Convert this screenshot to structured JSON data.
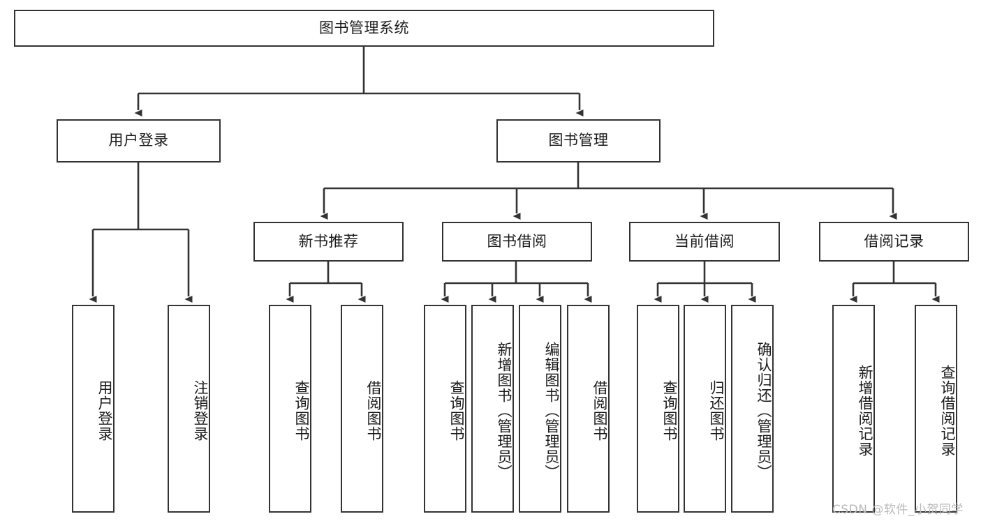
{
  "diagram": {
    "title": "图书管理系统",
    "type": "tree-hierarchy-chart",
    "stroke_color": "#333333",
    "text_color": "#1a1a1a",
    "background_color": "#ffffff"
  },
  "nodes": {
    "root": {
      "label": "图书管理系统"
    },
    "level2": [
      {
        "label": "用户登录"
      },
      {
        "label": "图书管理"
      }
    ],
    "level3": [
      {
        "label": "新书推荐"
      },
      {
        "label": "图书借阅"
      },
      {
        "label": "当前借阅"
      },
      {
        "label": "借阅记录"
      }
    ],
    "leaves_user_login": [
      {
        "label": "用户登录"
      },
      {
        "label": "注销登录"
      }
    ],
    "leaves_new_book": [
      {
        "label": "查询图书"
      },
      {
        "label": "借阅图书"
      }
    ],
    "leaves_borrow": [
      {
        "label": "查询图书"
      },
      {
        "label": "新增图书（管理员）"
      },
      {
        "label": "编辑图书（管理员）"
      },
      {
        "label": "借阅图书"
      }
    ],
    "leaves_current": [
      {
        "label": "查询图书"
      },
      {
        "label": "归还图书"
      },
      {
        "label": "确认归还（管理员）"
      }
    ],
    "leaves_record": [
      {
        "label": "新增借阅记录"
      },
      {
        "label": "查询借阅记录"
      }
    ]
  },
  "watermark": {
    "text": "CSDN @软件_小贺同学"
  }
}
